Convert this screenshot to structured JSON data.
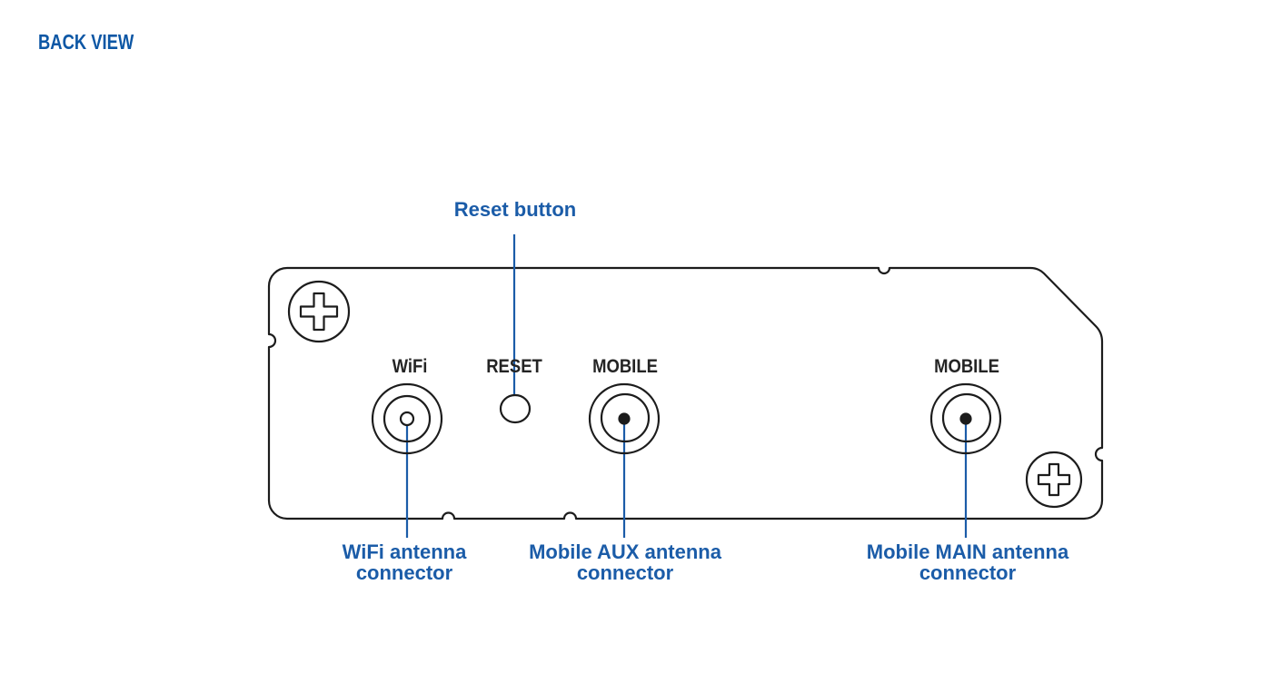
{
  "title": "BACK VIEW",
  "colors": {
    "accent_blue": "#1b5ca8",
    "title_blue": "#0d57a5",
    "diagram_line": "#1c1c1c",
    "port_label_color": "#242424",
    "background": "#ffffff"
  },
  "device": {
    "port_labels": {
      "wifi": "WiFi",
      "reset": "RESET",
      "mobile_aux": "MOBILE",
      "mobile_main": "MOBILE"
    }
  },
  "callouts": {
    "reset": "Reset button",
    "wifi": "WiFi antenna connector",
    "mobile_aux": "Mobile AUX antenna connector",
    "mobile_main": "Mobile MAIN antenna connector"
  },
  "icons": {
    "screws": "phillips-screw-icon",
    "connectors": "antenna-connector-icon",
    "reset": "reset-button-icon"
  }
}
